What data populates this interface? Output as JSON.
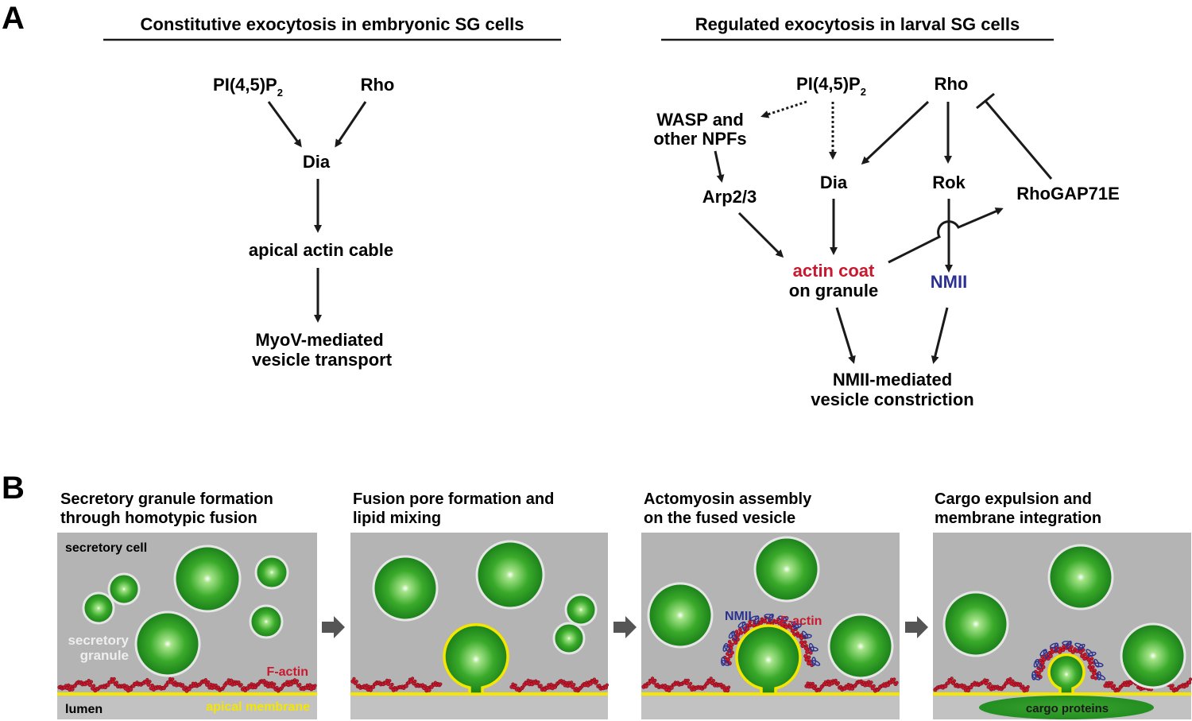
{
  "panel_a": {
    "letter": "A",
    "left": {
      "title": "Constitutive exocytosis in embryonic SG cells",
      "pip2": "PI(4,5)P",
      "pip2_sub": "2",
      "rho": "Rho",
      "dia": "Dia",
      "cable": "apical actin cable",
      "transport_line1": "MyoV-mediated",
      "transport_line2": "vesicle transport"
    },
    "right": {
      "title": "Regulated exocytosis in larval SG cells",
      "pip2": "PI(4,5)P",
      "pip2_sub": "2",
      "rho": "Rho",
      "wasp_line1": "WASP and",
      "wasp_line2": "other NPFs",
      "arp": "Arp2/3",
      "dia": "Dia",
      "rok": "Rok",
      "rhogap": "RhoGAP71E",
      "coat_line1": "actin coat",
      "coat_line2": "on granule",
      "nmii": "NMII",
      "constrict_line1": "NMII-mediated",
      "constrict_line2": "vesicle constriction"
    }
  },
  "panel_b": {
    "letter": "B",
    "steps": [
      {
        "title_line1": "Secretory granule formation",
        "title_line2": "through homotypic fusion"
      },
      {
        "title_line1": "Fusion pore formation and",
        "title_line2": "lipid mixing"
      },
      {
        "title_line1": "Actomyosin assembly",
        "title_line2": "on the fused vesicle"
      },
      {
        "title_line1": "Cargo expulsion and",
        "title_line2": "membrane integration"
      }
    ],
    "labels": {
      "secretory_cell": "secretory cell",
      "granule_line1": "secretory",
      "granule_line2": "granule",
      "factin": "F-actin",
      "lumen": "lumen",
      "apical": "apical membrane",
      "nmii": "NMII",
      "factin_3": "F-actin",
      "cargo": "cargo proteins"
    }
  },
  "colors": {
    "text": "#1a1a1a",
    "actin_red": "#c8192e",
    "nmii_blue": "#2b3190",
    "membrane_yellow": "#f4e600",
    "cell_gray": "#b4b4b4",
    "granule_green": "#1f8a1f"
  }
}
